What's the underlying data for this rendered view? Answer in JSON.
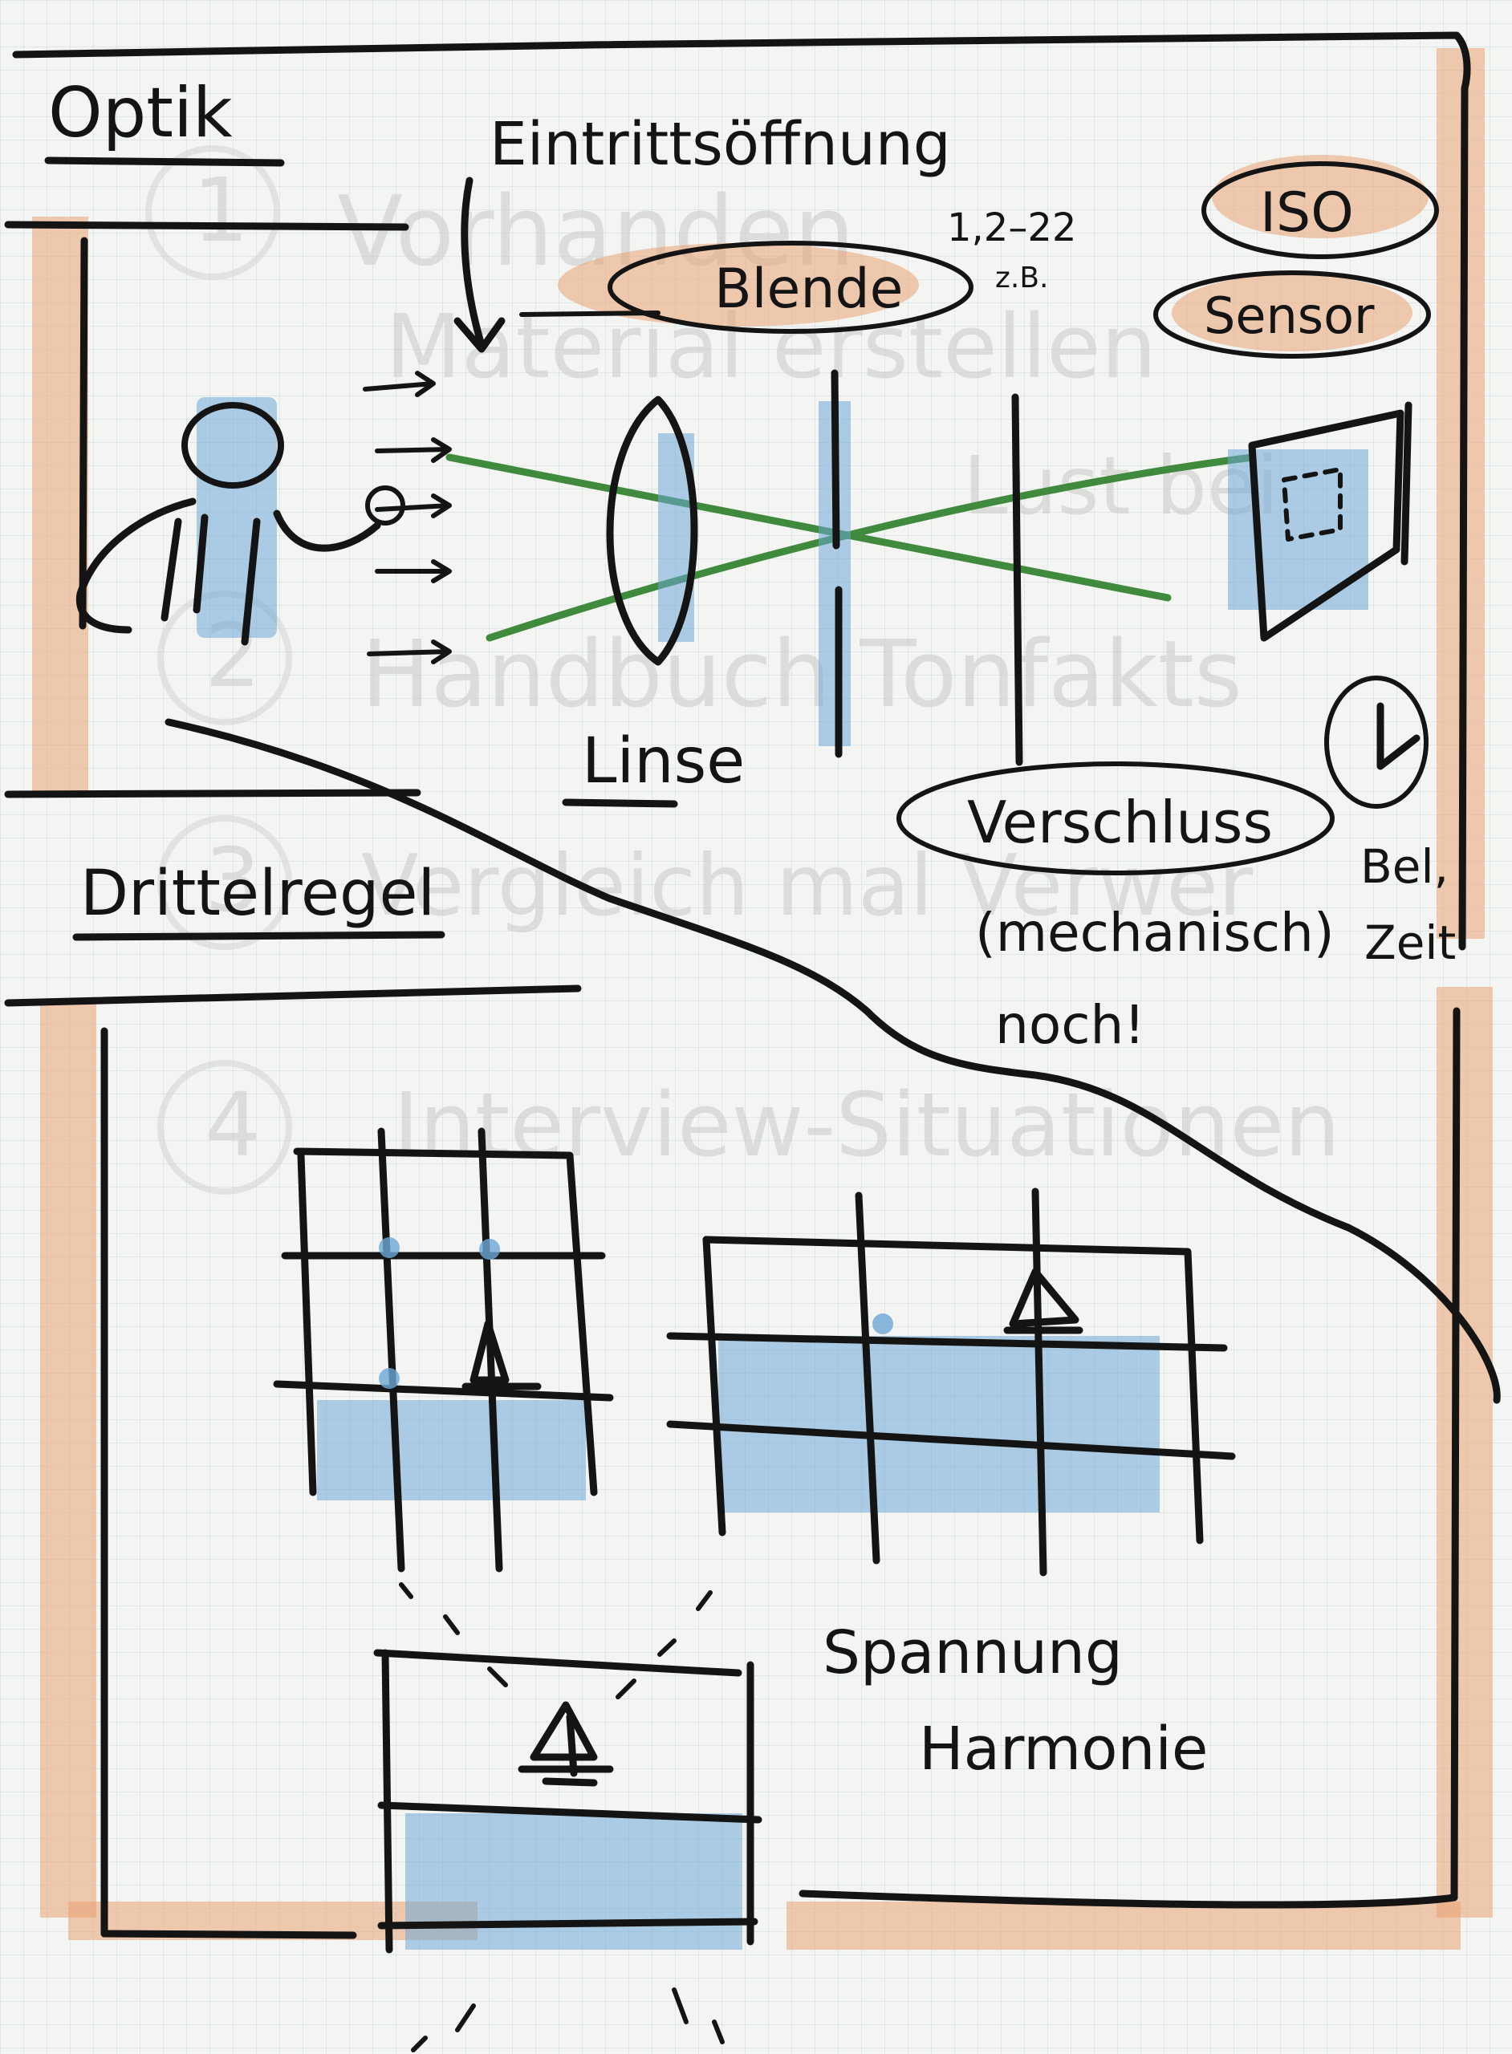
{
  "ghost_text": {
    "n1": "1",
    "l1": "Vorhanden",
    "l2": "Material erstellen",
    "l3": "Lust bei",
    "n2": "2",
    "l4": "Handbuch Tonfakts",
    "n3": "3",
    "l5": "Vergleich mal Verwer",
    "n4": "4",
    "l6": "Interview-Situationen"
  },
  "optik": {
    "title": "Optik",
    "entrance": "Eintrittsöffnung",
    "aperture": "Blende",
    "f_range": "1,2–22",
    "f_example": "z.B.",
    "iso": "ISO",
    "sensor": "Sensor",
    "lens": "Linse",
    "shutter": "Verschluss",
    "shutter_note": "(mechanisch)",
    "shutter_note2": "noch!",
    "bulb": "Bel,",
    "bulb2": "Zeit"
  },
  "drittelregel": {
    "title": "Drittelregel",
    "caption1": "Spannung",
    "caption2": "Harmonie"
  },
  "colors": {
    "ink": "#141414",
    "marker_orange": "#e9a273",
    "pencil_blue": "#6ea8d6",
    "ray_green": "#3f8a3c"
  }
}
